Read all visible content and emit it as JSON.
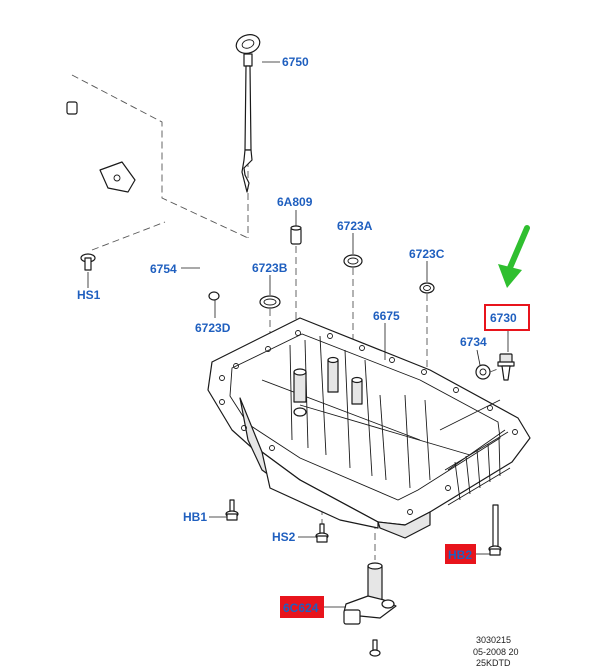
{
  "labels": {
    "p6750": "6750",
    "p6A809": "6A809",
    "p6723A": "6723A",
    "p6723C": "6723C",
    "p6754": "6754",
    "p6723B": "6723B",
    "pHS1": "HS1",
    "p6723D": "6723D",
    "p6675": "6675",
    "p6730": "6730",
    "p6734": "6734",
    "pHB1": "HB1",
    "pHS2": "HS2",
    "pHB2": "HB2",
    "p6C624": "6C624"
  },
  "reference": {
    "line1": "3030215",
    "line2": "05-2008 20",
    "line3": "25KDTD"
  },
  "colors": {
    "label": "#1f5fbf",
    "highlight_box": "#e8141c",
    "highlight_fill": "#e8141c",
    "arrow": "#2fbf2f"
  }
}
